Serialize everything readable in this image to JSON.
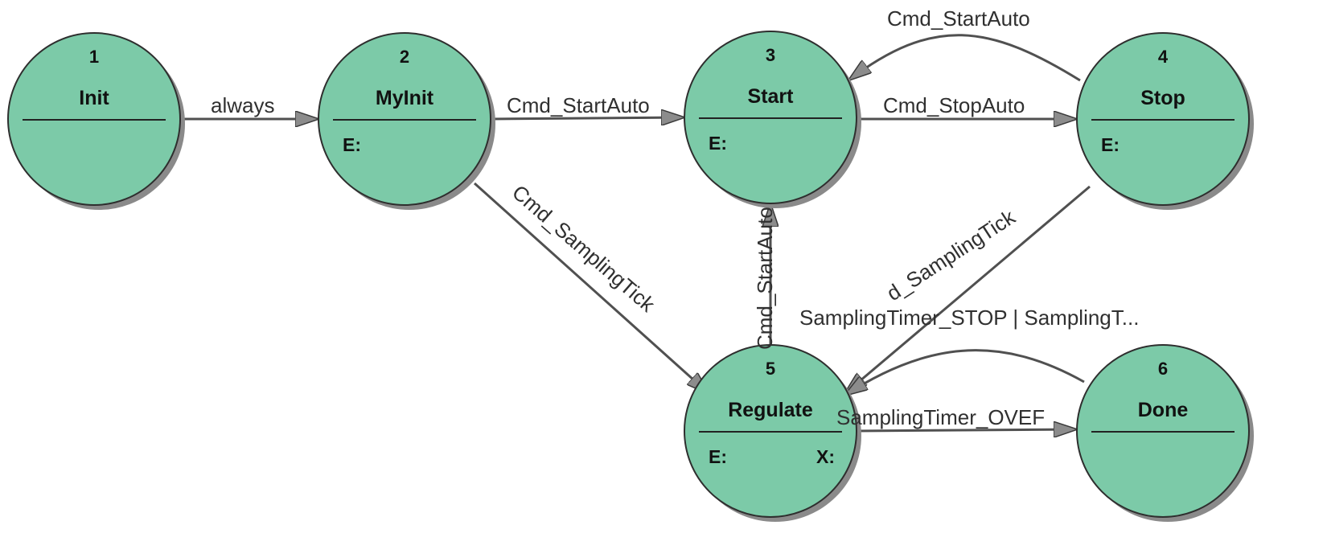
{
  "diagram": {
    "states": [
      {
        "id": "1",
        "num": "1",
        "name": "Init",
        "entry": "",
        "exit": ""
      },
      {
        "id": "2",
        "num": "2",
        "name": "MyInit",
        "entry": "E:",
        "exit": ""
      },
      {
        "id": "3",
        "num": "3",
        "name": "Start",
        "entry": "E:",
        "exit": ""
      },
      {
        "id": "4",
        "num": "4",
        "name": "Stop",
        "entry": "E:",
        "exit": ""
      },
      {
        "id": "5",
        "num": "5",
        "name": "Regulate",
        "entry": "E:",
        "exit": "X:"
      },
      {
        "id": "6",
        "num": "6",
        "name": "Done",
        "entry": "",
        "exit": ""
      }
    ],
    "transitions": [
      {
        "id": "t1",
        "from": "1",
        "to": "2",
        "label": "always"
      },
      {
        "id": "t2",
        "from": "2",
        "to": "3",
        "label": "Cmd_StartAuto"
      },
      {
        "id": "t3",
        "from": "3",
        "to": "4",
        "label": "Cmd_StopAuto"
      },
      {
        "id": "t4",
        "from": "4",
        "to": "3",
        "label": "Cmd_StartAuto"
      },
      {
        "id": "t5",
        "from": "2",
        "to": "5",
        "label": "Cmd_SamplingTick"
      },
      {
        "id": "t6",
        "from": "5",
        "to": "3",
        "label": "Cmd_StartAuto"
      },
      {
        "id": "t7",
        "from": "4",
        "to": "5",
        "label": "d_SamplingTick"
      },
      {
        "id": "t8",
        "from": "6",
        "to": "5",
        "label": "SamplingTimer_STOP | SamplingT..."
      },
      {
        "id": "t9",
        "from": "5",
        "to": "6",
        "label": "SamplingTimer_OVEF"
      }
    ],
    "colors": {
      "state_fill": "#7ccaa8",
      "edge": "#505050",
      "background": "#ffffff"
    }
  }
}
